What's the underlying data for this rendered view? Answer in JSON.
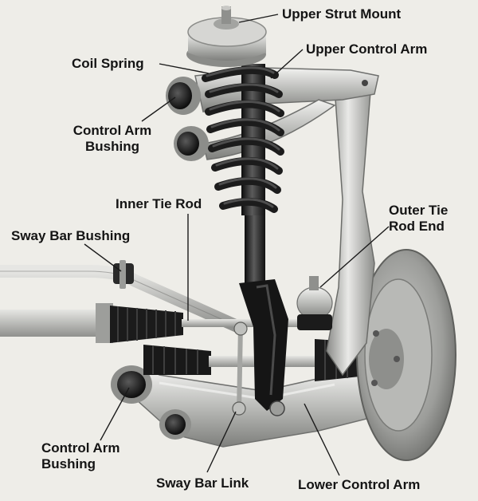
{
  "labels": {
    "upper_strut_mount": "Upper Strut Mount",
    "upper_control_arm": "Upper Control Arm",
    "coil_spring": "Coil Spring",
    "control_arm_bushing_top": "Control Arm\nBushing",
    "inner_tie_rod": "Inner Tie Rod",
    "outer_tie_rod_end": "Outer Tie\nRod End",
    "sway_bar_bushing": "Sway Bar Bushing",
    "control_arm_bushing_bottom": "Control Arm\nBushing",
    "sway_bar_link": "Sway Bar Link",
    "lower_control_arm": "Lower Control Arm"
  },
  "colors": {
    "background": "#eeede8",
    "metal_light": "#d9d9d7",
    "metal_mid": "#a9aaa8",
    "metal_dark": "#6f706e",
    "rubber": "#1c1c1c",
    "label_text": "#141414"
  }
}
